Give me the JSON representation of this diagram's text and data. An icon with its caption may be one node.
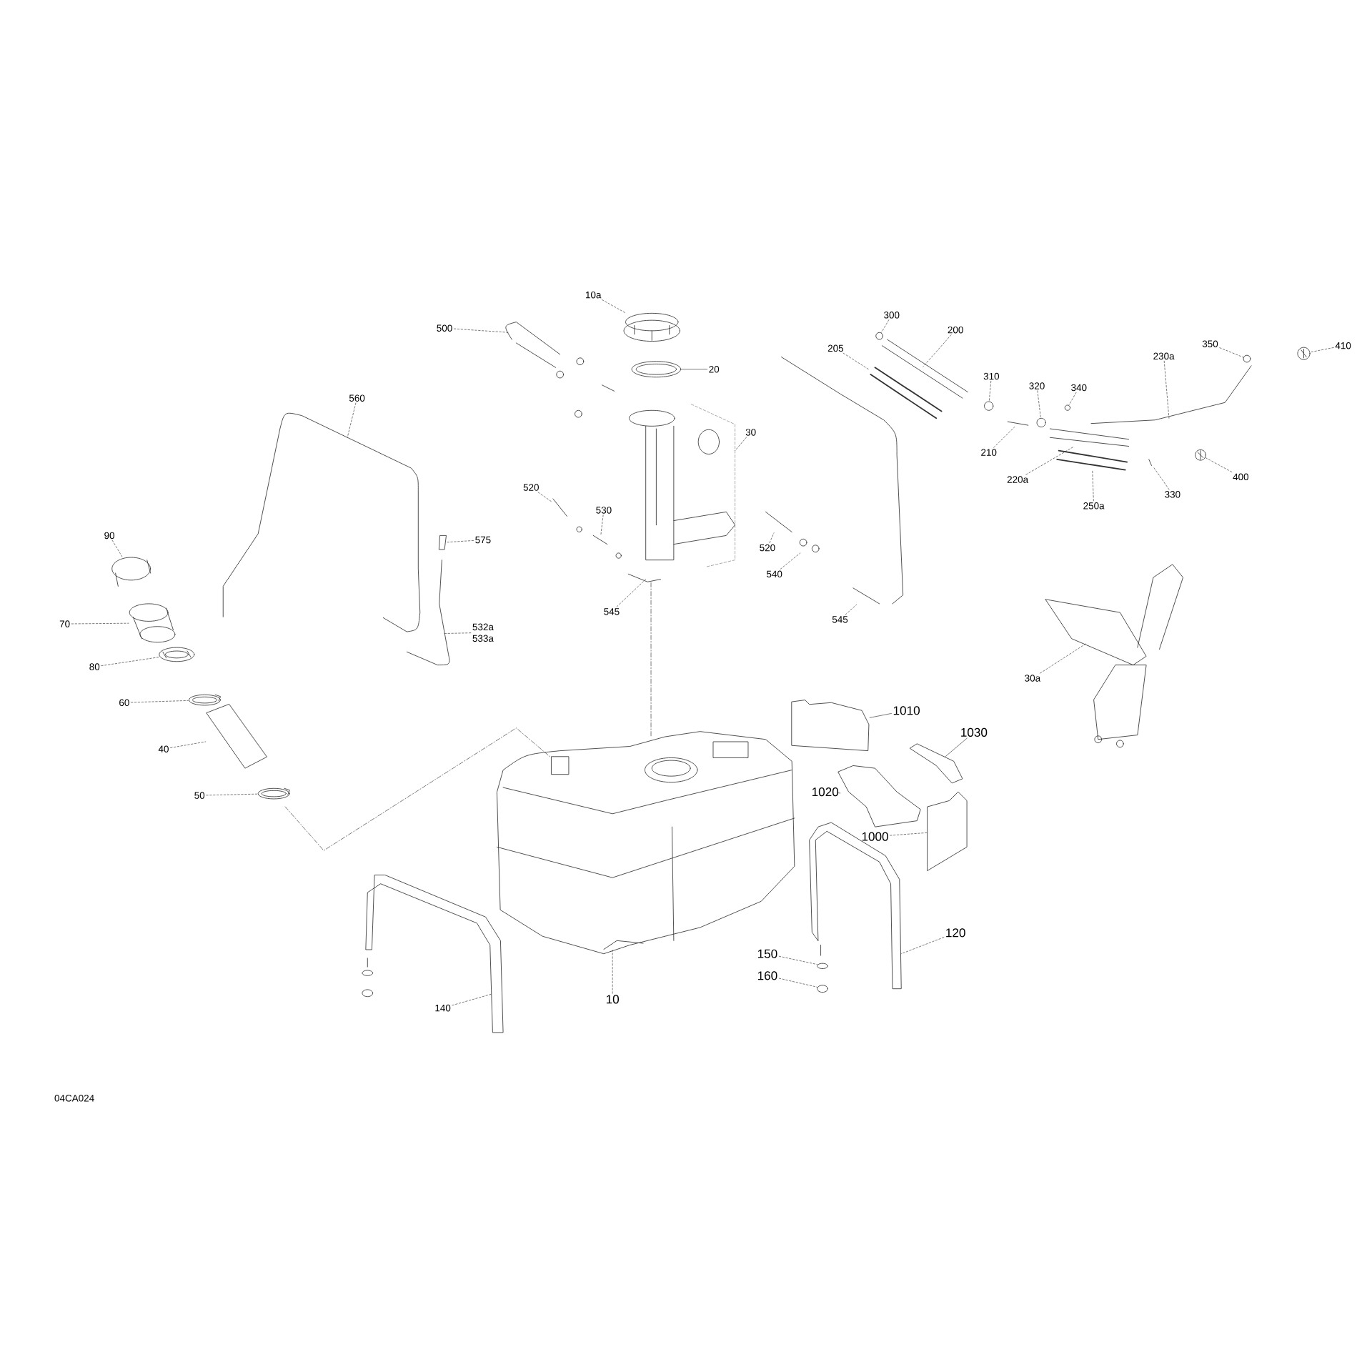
{
  "diagram": {
    "nodes": [
      {
        "text": [
          "10a"
        ]
      },
      {
        "text": [
          "300"
        ]
      },
      {
        "text": [
          "500"
        ]
      },
      {
        "text": [
          "410"
        ]
      },
      {
        "text": [
          "350"
        ]
      },
      {
        "text": [
          "205"
        ]
      },
      {
        "text": [
          "200"
        ]
      },
      {
        "text": [
          "230a"
        ]
      },
      {
        "text": [
          "20"
        ]
      },
      {
        "text": [
          "310"
        ]
      },
      {
        "text": [
          "320"
        ]
      },
      {
        "text": [
          "340"
        ]
      },
      {
        "text": [
          "560"
        ]
      },
      {
        "text": [
          "30"
        ]
      },
      {
        "text": [
          "210"
        ]
      },
      {
        "text": [
          "400"
        ]
      },
      {
        "text": [
          "220a"
        ]
      },
      {
        "text": [
          "520"
        ]
      },
      {
        "text": [
          "330"
        ]
      },
      {
        "text": [
          "250a"
        ]
      },
      {
        "text": [
          "530"
        ]
      },
      {
        "text": [
          "90"
        ]
      },
      {
        "text": [
          "575"
        ]
      },
      {
        "text": [
          "520"
        ]
      },
      {
        "text": [
          "540"
        ]
      },
      {
        "text": [
          "545"
        ]
      },
      {
        "text": [
          "545"
        ]
      },
      {
        "text": [
          "70"
        ]
      },
      {
        "text": [
          "532a",
          "533a"
        ]
      },
      {
        "text": [
          "80"
        ]
      },
      {
        "text": [
          "30a"
        ]
      },
      {
        "text": [
          "60"
        ]
      },
      {
        "text": [
          "1010"
        ]
      },
      {
        "text": [
          "1030"
        ]
      },
      {
        "text": [
          "40"
        ]
      },
      {
        "text": [
          "1020"
        ]
      },
      {
        "text": [
          "50"
        ]
      },
      {
        "text": [
          "1000"
        ]
      },
      {
        "text": [
          "120"
        ]
      },
      {
        "text": [
          "150"
        ]
      },
      {
        "text": [
          "160"
        ]
      },
      {
        "text": [
          "10"
        ]
      },
      {
        "text": [
          "140"
        ]
      },
      {
        "text": [],
        "shape": "picture"
      },
      {
        "text": [],
        "shape": "picture"
      },
      {
        "text": [],
        "shape": "picture"
      },
      {
        "text": [],
        "shape": "picture"
      },
      {
        "text": [],
        "shape": "picture"
      },
      {
        "text": [],
        "shape": "picture"
      },
      {
        "text": [],
        "shape": "picture"
      },
      {
        "text": [],
        "shape": "picture"
      },
      {
        "text": [],
        "shape": "picture"
      },
      {
        "text": [],
        "shape": "picture"
      },
      {
        "text": [],
        "shape": "picture"
      },
      {
        "text": [],
        "shape": "picture"
      },
      {
        "text": [],
        "shape": "picture"
      },
      {
        "text": [],
        "shape": "picture"
      },
      {
        "text": [],
        "shape": "picture"
      },
      {
        "text": [],
        "shape": "picture"
      },
      {
        "text": [],
        "shape": "picture"
      },
      {
        "text": [],
        "shape": "picture"
      },
      {
        "text": [],
        "shape": "picture"
      },
      {
        "text": [],
        "shape": "picture"
      },
      {
        "text": [],
        "shape": "picture"
      },
      {
        "text": [],
        "shape": "picture"
      },
      {
        "text": [],
        "shape": "picture"
      },
      {
        "text": [],
        "shape": "picture"
      },
      {
        "text": [],
        "shape": "picture"
      },
      {
        "text": [],
        "shape": "picture"
      },
      {
        "text": [],
        "shape": "picture"
      },
      {
        "text": [],
        "shape": "picture"
      },
      {
        "text": [],
        "shape": "picture"
      },
      {
        "text": [],
        "shape": "picture"
      },
      {
        "text": [],
        "shape": "picture"
      },
      {
        "text": [],
        "shape": "picture"
      },
      {
        "text": [],
        "shape": "picture"
      },
      {
        "text": [],
        "shape": "picture"
      },
      {
        "text": [],
        "shape": "picture"
      },
      {
        "text": [],
        "shape": "picture"
      },
      {
        "text": [],
        "shape": "picture"
      },
      {
        "text": [],
        "shape": "picture"
      },
      {
        "text": [],
        "shape": "picture"
      },
      {
        "text": [],
        "shape": "picture"
      },
      {
        "text": [],
        "shape": "picture"
      },
      {
        "text": [],
        "shape": "picture"
      },
      {
        "text": [],
        "shape": "picture"
      }
    ],
    "edges": [
      {
        "from": 0,
        "to": 43,
        "arrow": "none",
        "style": "dashed"
      },
      {
        "from": 1,
        "to": 44,
        "arrow": "none",
        "style": "dashed"
      },
      {
        "from": 2,
        "to": 45,
        "arrow": "none",
        "style": "dashed"
      },
      {
        "from": 3,
        "to": 46,
        "arrow": "none",
        "style": "dashed"
      },
      {
        "from": 4,
        "to": 47,
        "arrow": "none",
        "style": "dashed"
      },
      {
        "from": 5,
        "to": 48,
        "arrow": "none",
        "style": "dashed"
      },
      {
        "from": 6,
        "to": 49,
        "arrow": "none",
        "style": "dashed"
      },
      {
        "from": 7,
        "to": 50,
        "arrow": "none",
        "style": "dashed"
      },
      {
        "from": 8,
        "to": 51,
        "arrow": "none"
      },
      {
        "from": 9,
        "to": 52,
        "arrow": "none",
        "style": "dashed"
      },
      {
        "from": 10,
        "to": 53,
        "arrow": "none",
        "style": "dashed"
      },
      {
        "from": 11,
        "to": 54,
        "arrow": "none",
        "style": "dashed"
      },
      {
        "from": 12,
        "to": 55,
        "arrow": "none",
        "style": "dashed"
      },
      {
        "from": 13,
        "to": 56,
        "arrow": "none",
        "style": "dashed"
      },
      {
        "from": 14,
        "to": 57,
        "arrow": "none",
        "style": "dashed"
      },
      {
        "from": 15,
        "to": 58,
        "arrow": "none",
        "style": "dashed"
      },
      {
        "from": 16,
        "to": 59,
        "arrow": "none",
        "style": "dashed"
      },
      {
        "from": 17,
        "to": 60,
        "arrow": "none",
        "style": "dashed"
      },
      {
        "from": 18,
        "to": 61,
        "arrow": "none",
        "style": "dashed"
      },
      {
        "from": 19,
        "to": 62,
        "arrow": "none",
        "style": "dashed"
      },
      {
        "from": 20,
        "to": 63,
        "arrow": "none",
        "style": "dashed"
      },
      {
        "from": 21,
        "to": 64,
        "arrow": "none",
        "style": "dashed"
      },
      {
        "from": 22,
        "to": 65,
        "arrow": "none",
        "style": "dashed"
      },
      {
        "from": 23,
        "to": 66,
        "arrow": "none",
        "style": "dashed"
      },
      {
        "from": 24,
        "to": 67,
        "arrow": "none",
        "style": "dashed"
      },
      {
        "from": 25,
        "to": 68,
        "arrow": "none",
        "style": "dashed"
      },
      {
        "from": 26,
        "to": 69,
        "arrow": "none",
        "style": "dashed"
      },
      {
        "from": 27,
        "to": 70,
        "arrow": "none",
        "style": "dashed"
      },
      {
        "from": 28,
        "to": 71,
        "arrow": "none",
        "style": "dashed"
      },
      {
        "from": 29,
        "to": 72,
        "arrow": "none",
        "style": "dashed"
      },
      {
        "from": 30,
        "to": 73,
        "arrow": "none",
        "style": "dashed"
      },
      {
        "from": 31,
        "to": 74,
        "arrow": "none",
        "style": "dashed"
      },
      {
        "from": 32,
        "to": 75,
        "arrow": "none"
      },
      {
        "from": 33,
        "to": 76,
        "arrow": "none"
      },
      {
        "from": 34,
        "to": 77,
        "arrow": "none",
        "style": "dashed"
      },
      {
        "from": 35,
        "to": 78,
        "arrow": "none"
      },
      {
        "from": 36,
        "to": 79,
        "arrow": "none",
        "style": "dashed"
      },
      {
        "from": 37,
        "to": 80,
        "arrow": "none",
        "style": "dashed"
      },
      {
        "from": 38,
        "to": 81,
        "arrow": "none",
        "style": "dashed"
      },
      {
        "from": 39,
        "to": 82,
        "arrow": "none",
        "style": "dashed"
      },
      {
        "from": 40,
        "to": 83,
        "arrow": "none",
        "style": "dashed"
      },
      {
        "from": 41,
        "to": 84,
        "arrow": "none",
        "style": "dashed"
      },
      {
        "from": 42,
        "to": 85,
        "arrow": "none",
        "style": "dashed"
      },
      {
        "from": 79,
        "to": 84,
        "arrow": "none",
        "style": "dashed"
      },
      {
        "from": 56,
        "to": 84,
        "arrow": "none",
        "style": "dashed"
      }
    ],
    "labels": [
      "04CA024"
    ]
  }
}
